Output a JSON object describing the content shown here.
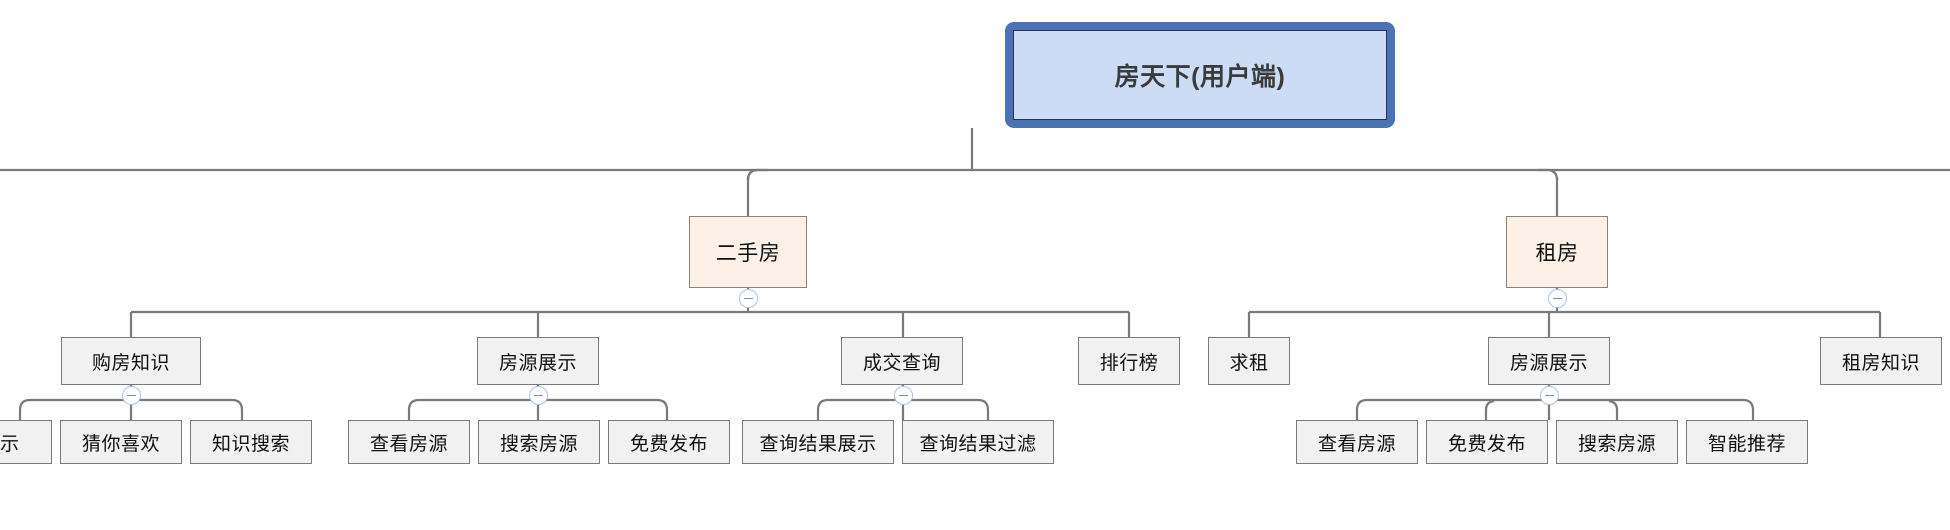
{
  "diagram": {
    "type": "tree",
    "title": "房天下(用户端)",
    "root": {
      "label": "房天下(用户端)",
      "level": 1,
      "style": "root-blue"
    },
    "level2": [
      {
        "label": "二手房",
        "collapsed": false,
        "toggle": "minus"
      },
      {
        "label": "租房",
        "collapsed": false,
        "toggle": "minus"
      }
    ],
    "level3": [
      {
        "label": "购房知识",
        "parent": "二手房",
        "toggle": "minus"
      },
      {
        "label": "房源展示",
        "parent": "二手房",
        "toggle": "minus"
      },
      {
        "label": "成交查询",
        "parent": "二手房",
        "toggle": "minus"
      },
      {
        "label": "排行榜",
        "parent": "二手房",
        "toggle": null
      },
      {
        "label": "求租",
        "parent": "租房",
        "toggle": null
      },
      {
        "label": "房源展示",
        "parent": "租房",
        "toggle": "minus"
      },
      {
        "label": "租房知识",
        "parent": "租房",
        "toggle": null
      }
    ],
    "level4": [
      {
        "label": "展示",
        "parent": "购房知识",
        "clipped": true
      },
      {
        "label": "猜你喜欢",
        "parent": "购房知识"
      },
      {
        "label": "知识搜索",
        "parent": "购房知识"
      },
      {
        "label": "查看房源",
        "parent": "房源展示(二手房)"
      },
      {
        "label": "搜索房源",
        "parent": "房源展示(二手房)"
      },
      {
        "label": "免费发布",
        "parent": "房源展示(二手房)"
      },
      {
        "label": "查询结果展示",
        "parent": "成交查询"
      },
      {
        "label": "查询结果过滤",
        "parent": "成交查询"
      },
      {
        "label": "查看房源",
        "parent": "房源展示(租房)"
      },
      {
        "label": "免费发布",
        "parent": "房源展示(租房)"
      },
      {
        "label": "搜索房源",
        "parent": "房源展示(租房)"
      },
      {
        "label": "智能推荐",
        "parent": "房源展示(租房)"
      }
    ],
    "colors": {
      "root_border": "#4a72b4",
      "root_fill": "#ccdcf5",
      "level2_fill": "#fcf0e7",
      "level2_border": "#8b8075",
      "node_fill": "#f1f1f1",
      "node_border": "#7a7a7a",
      "connector": "#7a7a7a",
      "toggle_border": "#a8c4e8",
      "toggle_glyph": "#8c8c8c",
      "canvas": "#ffffff"
    }
  }
}
